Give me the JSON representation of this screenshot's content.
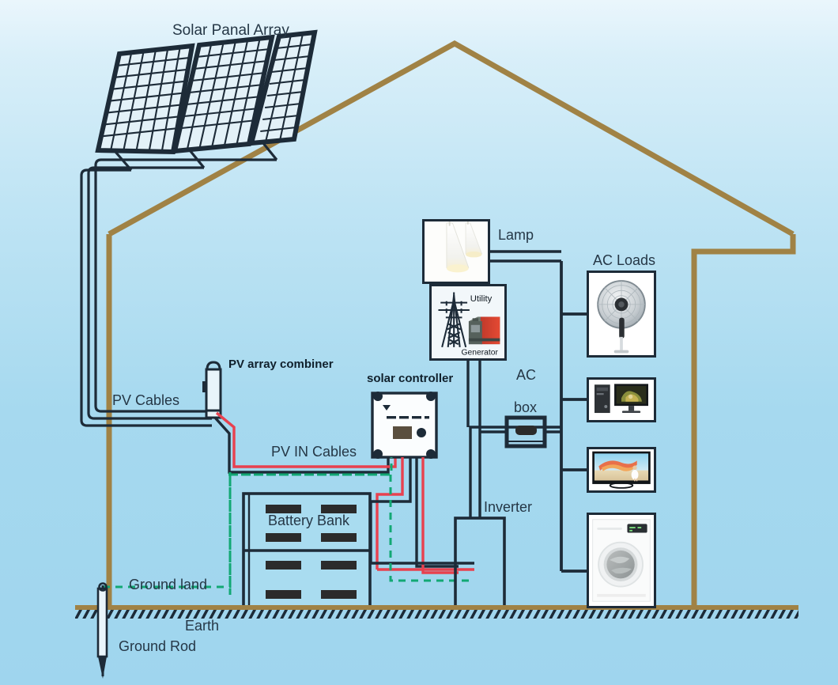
{
  "diagram": {
    "title": "Solar Panal Array",
    "domain": "off-grid solar power system schematic",
    "background_top_color": "#eaf6fc",
    "background_bottom_color": "#9fd5ee",
    "house_outline_color": "#a08245",
    "wire_color": "#1d2b38",
    "positive_wire_color": "#e8414f",
    "ground_wire_color": "#12a874",
    "label_color": "#253746"
  },
  "labels": {
    "solar_panel_array": "Solar Panal Array",
    "pv_cables": "PV Cables",
    "pv_array_combiner": "PV array combiner",
    "pv_in_cables": "PV IN Cables",
    "solar_controller": "solar controller",
    "battery_bank": "Battery Bank",
    "ground_land": "Ground  land",
    "earth": "Earth",
    "ground_rod": "Ground  Rod",
    "inverter": "Inverter",
    "ac_box_line1": "AC",
    "ac_box_line2": "box",
    "lamp": "Lamp",
    "ac_loads": "AC  Loads",
    "utility": "Utility",
    "generator": "Generator"
  },
  "components": [
    {
      "name": "solar-panel-array",
      "label": "Solar Panal Array",
      "panels": 3,
      "cols_per_panel": 6,
      "rows": 9
    },
    {
      "name": "pv-array-combiner",
      "label": "PV array combiner"
    },
    {
      "name": "solar-controller",
      "label": "solar controller"
    },
    {
      "name": "battery-bank",
      "label": "Battery Bank",
      "shelves": 2,
      "cells_per_shelf": 4
    },
    {
      "name": "inverter",
      "label": "Inverter"
    },
    {
      "name": "ac-box",
      "label": "AC box"
    },
    {
      "name": "lamp",
      "label": "Lamp"
    },
    {
      "name": "utility-generator",
      "label": "Utility Generator"
    },
    {
      "name": "ground-rod",
      "label": "Ground  Rod"
    }
  ],
  "ac_loads": {
    "heading": "AC  Loads",
    "items": [
      {
        "name": "electric-fan",
        "label": "Electric Fan"
      },
      {
        "name": "desktop-computer",
        "label": "Desktop Computer"
      },
      {
        "name": "television",
        "label": "Television"
      },
      {
        "name": "washing-machine",
        "label": "Washing Machine"
      }
    ]
  }
}
